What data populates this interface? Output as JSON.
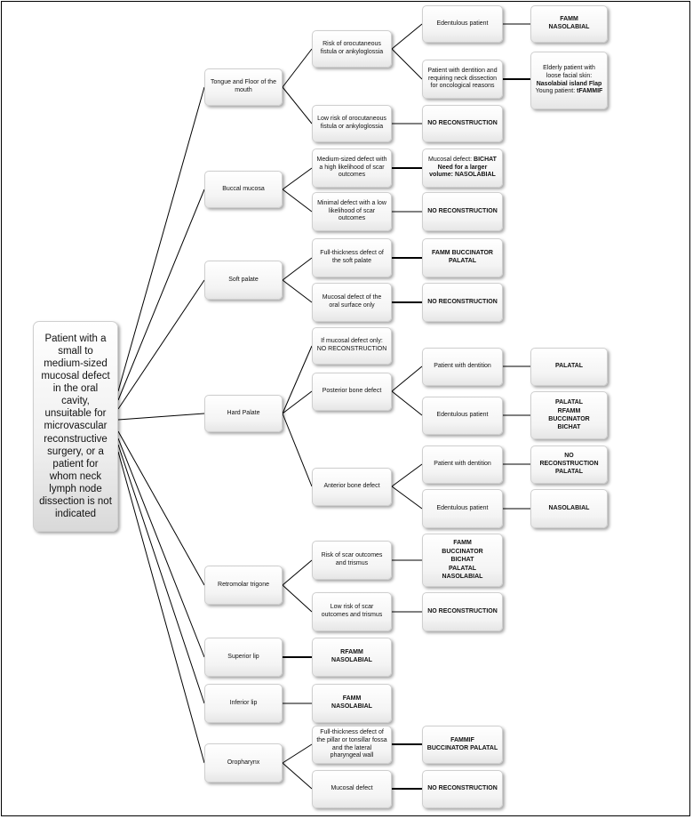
{
  "root": {
    "label": "Patient with a small to medium-sized mucosal defect in the oral cavity, unsuitable for microvascular reconstructive surgery, or a patient for whom neck lymph node dissection is not indicated"
  },
  "sites": {
    "tongue": "Tongue and Floor of the mouth",
    "buccal": "Buccal mucosa",
    "soft_palate": "Soft palate",
    "hard_palate": "Hard Palate",
    "retromolar": "Retromolar trigone",
    "superior_lip": "Superior lip",
    "inferior_lip": "Inferior lip",
    "oropharynx": "Oropharynx"
  },
  "conditions": {
    "tongue_risk": "Risk of orocutaneous fistula or ankyloglossia",
    "tongue_low": "Low risk of orocutaneous fistula or ankyloglossia",
    "buccal_medium": "Medium-sized defect with a high likelihood of scar outcomes",
    "buccal_minimal": "Minimal defect with a low likelihood of scar outcomes",
    "soft_full": "Full-thickness defect of the soft palate",
    "soft_mucosal": "Mucosal defect of the oral surface only",
    "hard_mucosal": "If mucosal defect only: NO RECONSTRUCTION",
    "hard_posterior": "Posterior bone defect",
    "hard_anterior": "Anterior bone defect",
    "retro_risk": "Risk of scar outcomes and trismus",
    "retro_low": "Low risk of scar outcomes and trismus",
    "oro_full": "Full-thickness defect of the pillar or tonsillar fossa and the lateral pharyngeal wall",
    "oro_mucosal": "Mucosal defect"
  },
  "patients": {
    "tongue_edentulous": "Edentulous patient",
    "tongue_dentition": "Patient with dentition and requiring neck dissection for oncological reasons",
    "post_dentition": "Patient with dentition",
    "post_edentulous": "Edentulous patient",
    "ant_dentition": "Patient with dentition",
    "ant_edentulous": "Edentulous patient"
  },
  "outcomes": {
    "tongue_edentulous": [
      "FAMM",
      "NASOLABIAL"
    ],
    "tongue_dentition": {
      "elderly_prefix": "Elderly patient with loose facial skin: ",
      "elderly_flap": "Nasolabial island Flap",
      "young_prefix": "Young patient: ",
      "young_flap": "tFAMMIF"
    },
    "tongue_low": "NO RECONSTRUCTION",
    "buccal_medium": {
      "mucosal_prefix": "Mucosal defect: ",
      "mucosal_flap": "BICHAT",
      "volume_text": "Need for a larger volume: NASOLABIAL"
    },
    "buccal_minimal": "NO RECONSTRUCTION",
    "soft_full": [
      "FAMM BUCCINATOR",
      "PALATAL"
    ],
    "soft_mucosal": "NO RECONSTRUCTION",
    "post_dentition": "PALATAL",
    "post_edentulous": [
      "PALATAL",
      "RFAMM",
      "BUCCINATOR",
      "BICHAT"
    ],
    "ant_dentition": [
      "NO RECONSTRUCTION",
      "PALATAL"
    ],
    "ant_edentulous": "NASOLABIAL",
    "retro_risk": [
      "FAMM",
      "BUCCINATOR",
      "BICHAT",
      "PALATAL",
      "NASOLABIAL"
    ],
    "retro_low": "NO RECONSTRUCTION",
    "superior_lip": [
      "RFAMM",
      "NASOLABIAL"
    ],
    "inferior_lip": [
      "FAMM",
      "NASOLABIAL"
    ],
    "oro_full": [
      "FAMMIF",
      "BUCCINATOR PALATAL"
    ],
    "oro_mucosal": "NO RECONSTRUCTION"
  }
}
